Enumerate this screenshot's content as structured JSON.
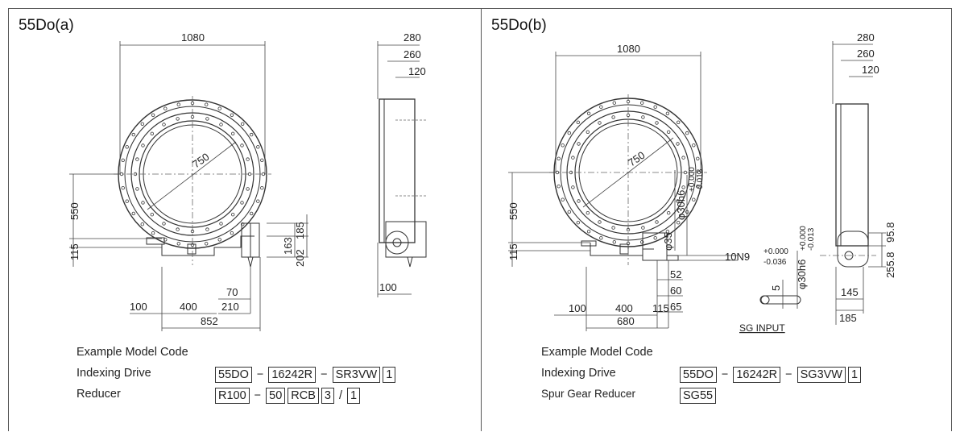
{
  "panel_a": {
    "title": "55Do(a)",
    "dims": {
      "width_1080": "1080",
      "dia_750": "750",
      "h_550": "550",
      "h_115": "115",
      "side_280": "280",
      "side_260": "260",
      "side_120": "120",
      "r_185": "185",
      "r_163": "163",
      "r_202": "202",
      "b_70": "70",
      "b_210": "210",
      "b_100": "100",
      "b_400": "400",
      "b_852": "852",
      "s_100": "100"
    },
    "model_code": {
      "heading": "Example Model Code",
      "rows": [
        {
          "label": "Indexing Drive",
          "parts": [
            "55DO",
            "16242R",
            "SR3VW",
            "1"
          ]
        },
        {
          "label": "Reducer",
          "parts": [
            "R100",
            "50",
            "RCB",
            "3",
            "1"
          ]
        }
      ]
    }
  },
  "panel_b": {
    "title": "55Do(b)",
    "dims": {
      "width_1080": "1080",
      "dia_750": "750",
      "h_550": "550",
      "h_115": "115",
      "shaft_35": "φ35",
      "shaft_30": "φ30h6",
      "tol_shaft_top": "+0.000",
      "tol_shaft_bot": "-0.013",
      "key": "10N9",
      "tol_key_top": "+0.000",
      "tol_key_bot": "-0.036",
      "in_30": "φ30h6",
      "tol_in_top": "+0.000",
      "tol_in_bot": "-0.013",
      "key_5": "5",
      "b_52": "52",
      "b_60": "60",
      "b_65": "65",
      "b_100": "100",
      "b_400": "400",
      "b_115": "115",
      "b_680": "680",
      "side_280": "280",
      "side_260": "260",
      "side_120": "120",
      "r_95_8": "95.8",
      "r_255_8": "255.8",
      "s_145": "145",
      "s_185": "185",
      "sg_input": "SG INPUT"
    },
    "model_code": {
      "heading": "Example Model Code",
      "rows": [
        {
          "label": "Indexing Drive",
          "parts": [
            "55DO",
            "16242R",
            "SG3VW",
            "1"
          ]
        },
        {
          "label": "Spur Gear Reducer",
          "parts": [
            "SG55"
          ]
        }
      ]
    }
  },
  "colors": {
    "line": "#333333",
    "dim": "#444444",
    "paper": "#ffffff"
  }
}
